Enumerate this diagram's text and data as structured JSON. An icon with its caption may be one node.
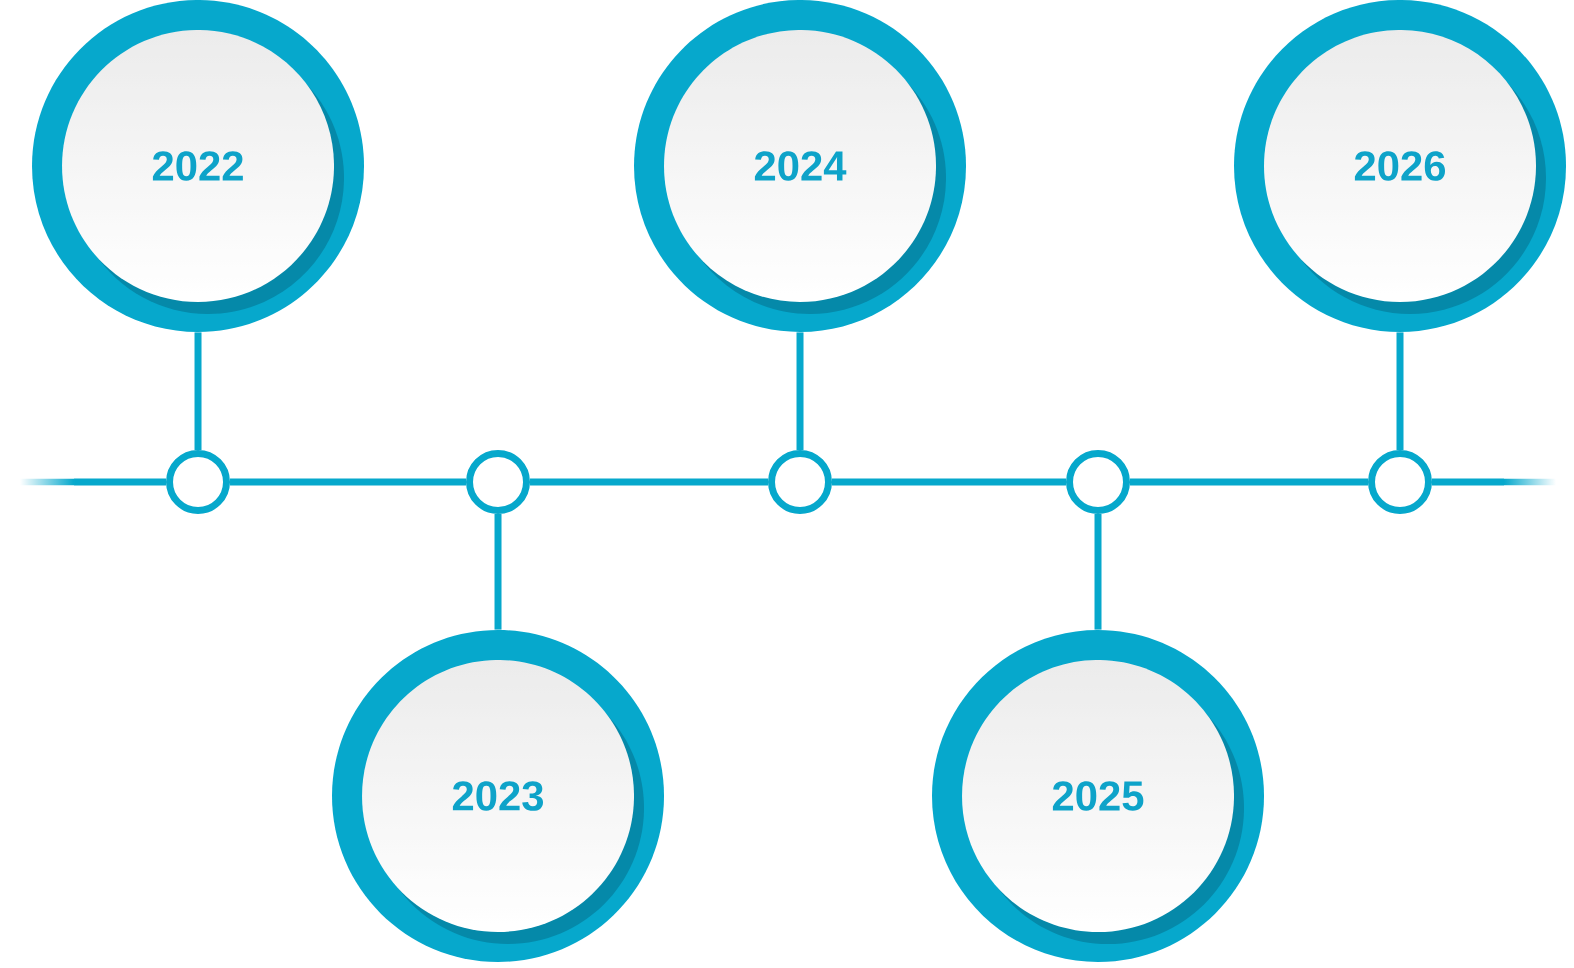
{
  "diagram": {
    "nodes": [
      {
        "text": [
          "2022"
        ]
      },
      {
        "text": [
          "2023"
        ]
      },
      {
        "text": [
          "2024"
        ]
      },
      {
        "text": [
          "2025"
        ]
      },
      {
        "text": [
          "2026"
        ]
      },
      {
        "text": [],
        "shape": "circle"
      },
      {
        "text": [],
        "shape": "circle"
      },
      {
        "text": [],
        "shape": "circle"
      },
      {
        "text": [],
        "shape": "circle"
      },
      {
        "text": [],
        "shape": "circle"
      }
    ],
    "edges": [
      {
        "from": 0,
        "to": 5,
        "arrow": "none"
      },
      {
        "from": 1,
        "to": 6,
        "arrow": "none"
      },
      {
        "from": 2,
        "to": 7,
        "arrow": "none"
      },
      {
        "from": 3,
        "to": 8,
        "arrow": "none"
      },
      {
        "from": 4,
        "to": 9,
        "arrow": "none"
      },
      {
        "from": 5,
        "to": 6,
        "arrow": "none"
      },
      {
        "from": 6,
        "to": 7,
        "arrow": "none"
      },
      {
        "from": 7,
        "to": 8,
        "arrow": "none"
      },
      {
        "from": 8,
        "to": 9,
        "arrow": "none"
      },
      {
        "from": null,
        "to": 5,
        "arrow": "none"
      },
      {
        "from": 9,
        "to": null,
        "arrow": "none"
      }
    ]
  }
}
